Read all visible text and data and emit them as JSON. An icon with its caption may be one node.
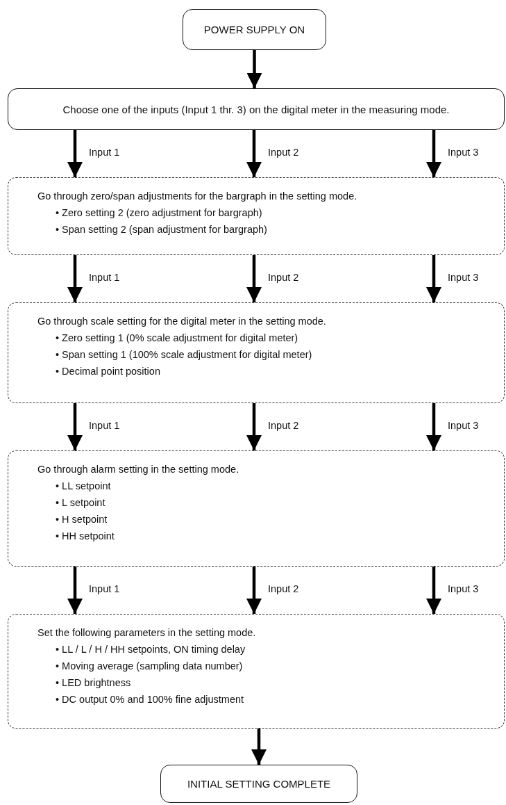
{
  "diagram": {
    "nodes": [
      {
        "text": [
          "POWER SUPPLY ON"
        ]
      },
      {
        "text": [
          "Choose one of the inputs (Input 1 thr. 3) on the digital meter in the measuring mode."
        ]
      },
      {
        "text": [
          "Go through zero/span adjustments for the bargraph in the setting mode.",
          "• Zero setting 2 (zero adjustment for bargraph)",
          "• Span setting 2 (span adjustment for bargraph)"
        ]
      },
      {
        "text": [
          "Go through scale setting for the digital meter in the setting mode.",
          "• Zero setting 1 (0% scale adjustment for digital meter)",
          "• Span setting 1 (100% scale adjustment for digital meter)",
          "• Decimal point position"
        ]
      },
      {
        "text": [
          "Go through alarm setting in the setting mode.",
          "• LL setpoint",
          "• L setpoint",
          "• H setpoint",
          "• HH setpoint"
        ]
      },
      {
        "text": [
          "Set the following parameters in the setting mode.",
          "• LL / L / H / HH setpoints, ON timing delay",
          "• Moving average (sampling data number)",
          "• LED brightness",
          "• DC output 0% and 100% fine adjustment"
        ]
      },
      {
        "text": [
          "INITIAL SETTING COMPLETE"
        ]
      }
    ],
    "edges": [
      {
        "from": 0,
        "to": 1,
        "arrow": "to"
      },
      {
        "from": 1,
        "to": 2,
        "arrow": "to",
        "label": "Input 1"
      },
      {
        "from": 1,
        "to": 2,
        "arrow": "to",
        "label": "Input 2"
      },
      {
        "from": 1,
        "to": 2,
        "arrow": "to",
        "label": "Input 3"
      },
      {
        "from": 2,
        "to": 3,
        "arrow": "to",
        "label": "Input 1"
      },
      {
        "from": 2,
        "to": 3,
        "arrow": "to",
        "label": "Input 2"
      },
      {
        "from": 2,
        "to": 3,
        "arrow": "to",
        "label": "Input 3"
      },
      {
        "from": 3,
        "to": 4,
        "arrow": "to",
        "label": "Input 1"
      },
      {
        "from": 3,
        "to": 4,
        "arrow": "to",
        "label": "Input 2"
      },
      {
        "from": 3,
        "to": 4,
        "arrow": "to",
        "label": "Input 3"
      },
      {
        "from": 4,
        "to": 5,
        "arrow": "to",
        "label": "Input 1"
      },
      {
        "from": 4,
        "to": 5,
        "arrow": "to",
        "label": "Input 2"
      },
      {
        "from": 4,
        "to": 5,
        "arrow": "to",
        "label": "Input 3"
      },
      {
        "from": 5,
        "to": 6,
        "arrow": "to"
      }
    ]
  }
}
